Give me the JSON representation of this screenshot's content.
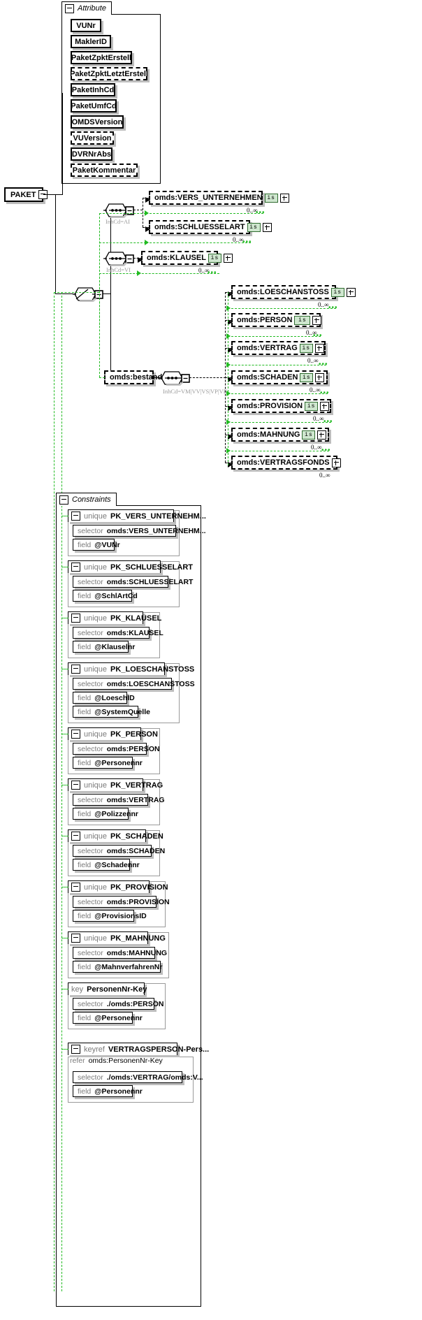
{
  "diagram": {
    "type": "xsd-schema-tree",
    "root": {
      "label": "PAKET",
      "expander": "minus"
    },
    "attribute_group": {
      "title": "Attribute",
      "expander": "minus",
      "attributes": [
        {
          "name": "VUNr",
          "optional": false
        },
        {
          "name": "MaklerID",
          "optional": false
        },
        {
          "name": "PaketZpktErstell",
          "optional": false
        },
        {
          "name": "PaketZpktLetztErstell",
          "optional": true
        },
        {
          "name": "PaketInhCd",
          "optional": false
        },
        {
          "name": "PaketUmfCd",
          "optional": false
        },
        {
          "name": "OMDSVersion",
          "optional": false
        },
        {
          "name": "VUVersion",
          "optional": true
        },
        {
          "name": "DVRNrAbs",
          "optional": false
        },
        {
          "name": "PaketKommentar",
          "optional": true
        }
      ]
    },
    "compositors": [
      {
        "id": "seq-ai",
        "kind": "sequence",
        "label": "InhCd=AI"
      },
      {
        "id": "seq-vi",
        "kind": "sequence",
        "label": "InhCd=VI"
      },
      {
        "id": "choice-main",
        "kind": "choice",
        "label": ""
      },
      {
        "id": "seq-bestand",
        "kind": "sequence",
        "label": "InhCd=VM|VV|VS|VP|VK"
      }
    ],
    "elements": [
      {
        "name": "omds:VERS_UNTERNEHMEN",
        "badge": "is",
        "occurrence": "0..∞",
        "expander": "plus",
        "group": "seq-ai"
      },
      {
        "name": "omds:SCHLUESSELART",
        "badge": "is",
        "occurrence": "0..∞",
        "expander": "plus",
        "group": "seq-ai"
      },
      {
        "name": "omds:KLAUSEL",
        "badge": "is",
        "occurrence": "0..∞",
        "expander": "plus",
        "group": "seq-vi"
      },
      {
        "name": "omds:bestand",
        "badge": "",
        "occurrence": "",
        "expander": "minus",
        "group": "choice-main"
      },
      {
        "name": "omds:LOESCHANSTOSS",
        "badge": "is",
        "occurrence": "0..∞",
        "expander": "plus",
        "group": "seq-bestand"
      },
      {
        "name": "omds:PERSON",
        "badge": "is",
        "occurrence": "0..∞",
        "expander": "plus",
        "group": "seq-bestand"
      },
      {
        "name": "omds:VERTRAG",
        "badge": "is",
        "occurrence": "0..∞",
        "expander": "plus",
        "group": "seq-bestand"
      },
      {
        "name": "omds:SCHADEN",
        "badge": "is",
        "occurrence": "0..∞",
        "expander": "plus",
        "group": "seq-bestand"
      },
      {
        "name": "omds:PROVISION",
        "badge": "is",
        "occurrence": "0..∞",
        "expander": "plus",
        "group": "seq-bestand"
      },
      {
        "name": "omds:MAHNUNG",
        "badge": "is",
        "occurrence": "0..∞",
        "expander": "plus",
        "group": "seq-bestand"
      },
      {
        "name": "omds:VERTRAGSFONDS",
        "badge": "",
        "occurrence": "0..∞",
        "expander": "plus",
        "group": "seq-bestand"
      }
    ],
    "constraints_group": {
      "title": "Constraints",
      "expander": "minus",
      "items": [
        {
          "kind": "unique",
          "name": "PK_VERS_UNTERNEHM...",
          "selector_label": "selector",
          "selector": "omds:VERS_UNTERNEHM...",
          "fields": [
            {
              "label": "field",
              "value": "@VUNr"
            }
          ]
        },
        {
          "kind": "unique",
          "name": "PK_SCHLUESSELART",
          "selector_label": "selector",
          "selector": "omds:SCHLUESSELART",
          "fields": [
            {
              "label": "field",
              "value": "@SchlArtCd"
            }
          ]
        },
        {
          "kind": "unique",
          "name": "PK_KLAUSEL",
          "selector_label": "selector",
          "selector": "omds:KLAUSEL",
          "fields": [
            {
              "label": "field",
              "value": "@Klauselnr"
            }
          ]
        },
        {
          "kind": "unique",
          "name": "PK_LOESCHANSTOSS",
          "selector_label": "selector",
          "selector": "omds:LOESCHANSTOSS",
          "fields": [
            {
              "label": "field",
              "value": "@LoeschID"
            },
            {
              "label": "field",
              "value": "@SystemQuelle"
            }
          ]
        },
        {
          "kind": "unique",
          "name": "PK_PERSON",
          "selector_label": "selector",
          "selector": "omds:PERSON",
          "fields": [
            {
              "label": "field",
              "value": "@Personennr"
            }
          ]
        },
        {
          "kind": "unique",
          "name": "PK_VERTRAG",
          "selector_label": "selector",
          "selector": "omds:VERTRAG",
          "fields": [
            {
              "label": "field",
              "value": "@Polizzennr"
            }
          ]
        },
        {
          "kind": "unique",
          "name": "PK_SCHADEN",
          "selector_label": "selector",
          "selector": "omds:SCHADEN",
          "fields": [
            {
              "label": "field",
              "value": "@Schadennr"
            }
          ]
        },
        {
          "kind": "unique",
          "name": "PK_PROVISION",
          "selector_label": "selector",
          "selector": "omds:PROVISION",
          "fields": [
            {
              "label": "field",
              "value": "@ProvisionsID"
            }
          ]
        },
        {
          "kind": "unique",
          "name": "PK_MAHNUNG",
          "selector_label": "selector",
          "selector": "omds:MAHNUNG",
          "fields": [
            {
              "label": "field",
              "value": "@MahnverfahrenNr"
            }
          ]
        },
        {
          "kind": "key",
          "name": "PersonenNr-Key",
          "selector_label": "selector",
          "selector": "./omds:PERSON",
          "fields": [
            {
              "label": "field",
              "value": "@Personennr"
            }
          ]
        },
        {
          "kind": "keyref",
          "name": "VERTRAGSPERSON-Pers...",
          "refer_label": "refer",
          "refer": "omds:PersonenNr-Key",
          "selector_label": "selector",
          "selector": "./omds:VERTRAG/omds:V...",
          "fields": [
            {
              "label": "field",
              "value": "@Personennr"
            }
          ]
        }
      ]
    },
    "colors": {
      "accent_green": "#22bb22",
      "badge_bg": "#cfe7cf",
      "shadow": "#bdbdbd",
      "keyword_gray": "#7a7a7a"
    }
  }
}
